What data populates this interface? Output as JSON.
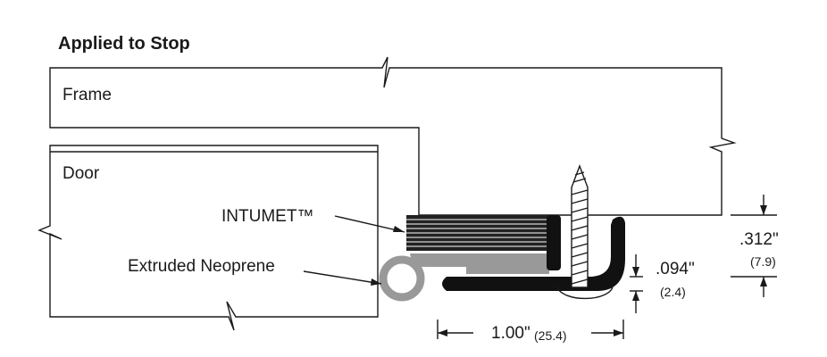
{
  "title": "Applied to Stop",
  "labels": {
    "frame": "Frame",
    "door": "Door",
    "intumet": "INTUMET™",
    "neoprene": "Extruded Neoprene"
  },
  "dimensions": {
    "stop_height": ".312\"",
    "stop_height_metric": "(7.9)",
    "seal_thickness": ".094\"",
    "seal_thickness_metric": "(2.4)",
    "width": "1.00\"",
    "width_metric": "(25.4)"
  },
  "colors": {
    "line": "#1a1a1a",
    "neoprene": "#999999",
    "intumet": "#222222"
  }
}
